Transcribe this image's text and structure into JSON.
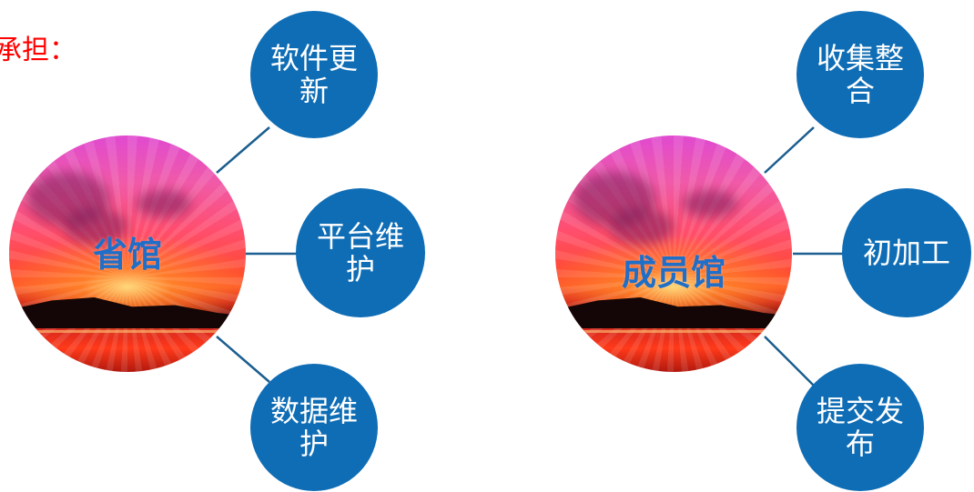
{
  "heading": "承担：",
  "hubs": [
    {
      "label": "省馆",
      "nodes": [
        "软件更新",
        "平台维护",
        "数据维护"
      ]
    },
    {
      "label": "成员馆",
      "nodes": [
        "收集整合",
        "初加工",
        "提交发布"
      ]
    }
  ],
  "colors": {
    "heading": "#ff0000",
    "node_fill": "#0f6db5",
    "hub_label": "#1f6ec8",
    "connector": "#1b5e8f"
  }
}
